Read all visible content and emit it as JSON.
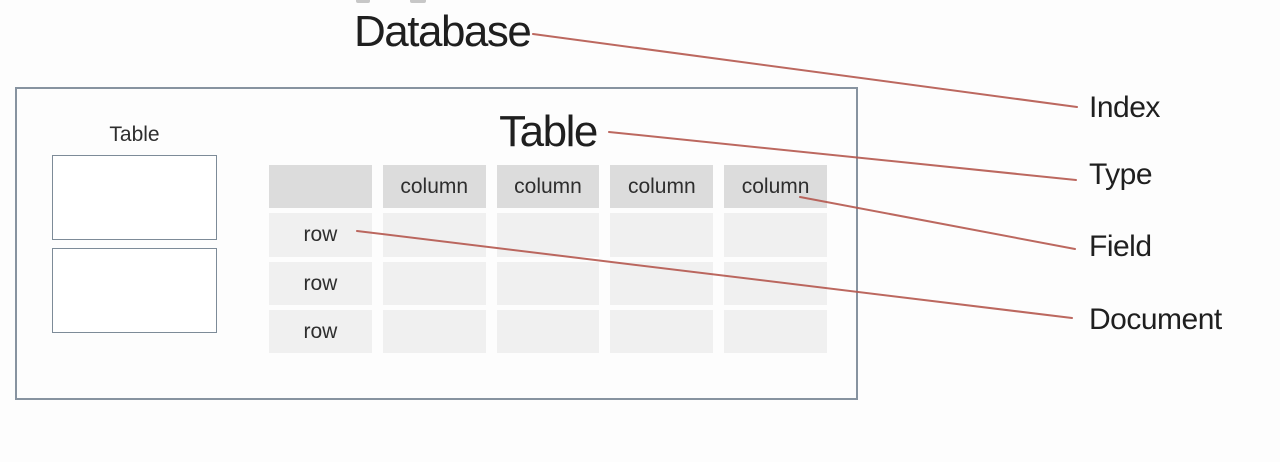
{
  "title": "Database",
  "outer_box": {
    "small_table_label": "Table",
    "table_title": "Table"
  },
  "grid": {
    "column_headers": [
      "column",
      "column",
      "column",
      "column"
    ],
    "row_labels": [
      "row",
      "row",
      "row"
    ]
  },
  "callouts": [
    {
      "source": "Database",
      "label": "Index"
    },
    {
      "source": "Table",
      "label": "Type"
    },
    {
      "source": "column",
      "label": "Field"
    },
    {
      "source": "row",
      "label": "Document"
    }
  ],
  "colors": {
    "connector": "#b5584f",
    "header_cell": "#dcdcdc",
    "body_cell": "#f0f0f0",
    "box_border": "#8793a0",
    "rect_border": "#7d8b98",
    "text_dark": "#1f1f1f",
    "background": "#fdfdfd"
  }
}
